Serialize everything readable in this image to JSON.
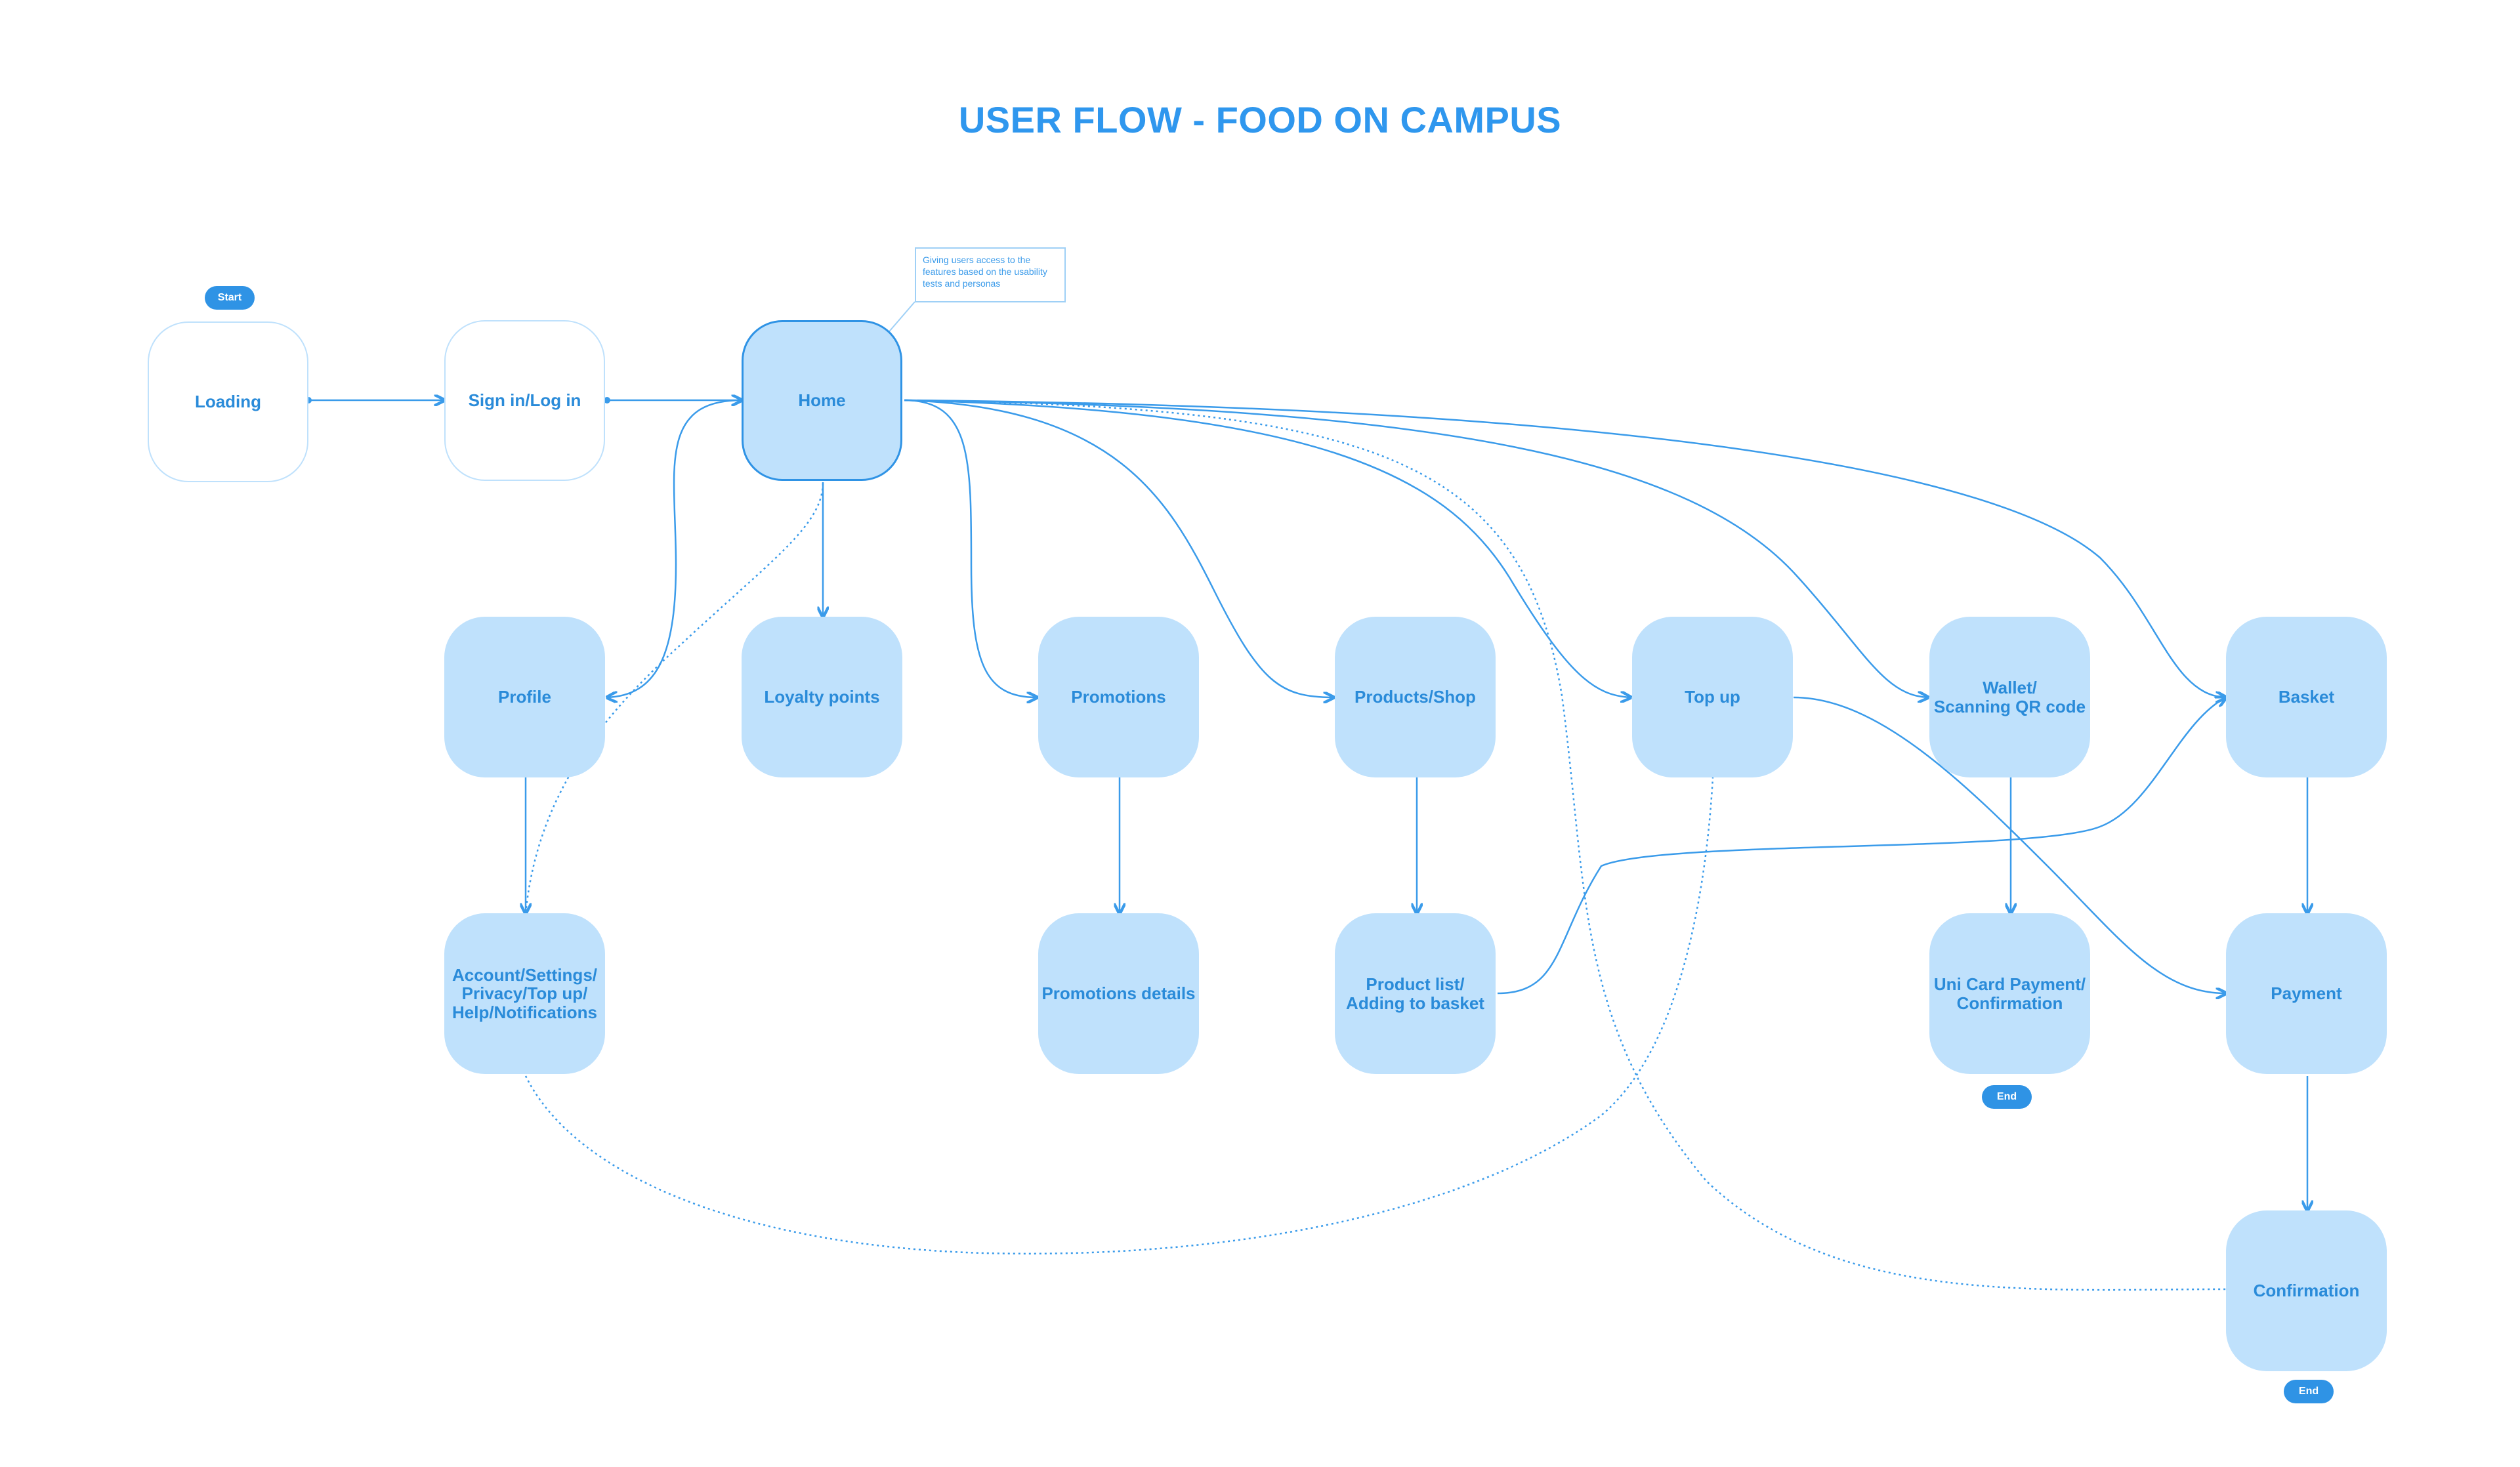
{
  "title": "USER FLOW - FOOD ON CAMPUS",
  "colors": {
    "accent": "#2F97EE",
    "node_fill": "#BFE1FC",
    "line": "#3A9BEA"
  },
  "note": "Giving users access to the features based on the usability tests and personas",
  "terminals": {
    "start": "Start",
    "end": "End"
  },
  "nodes": {
    "loading": "Loading",
    "signin": "Sign in/Log in",
    "home": "Home",
    "profile": "Profile",
    "loyalty": "Loyalty points",
    "promotions": "Promotions",
    "products": "Products/Shop",
    "topup": "Top up",
    "wallet": "Wallet/\nScanning QR code",
    "basket": "Basket",
    "account": "Account/Settings/\nPrivacy/Top up/\nHelp/Notifications",
    "promo_details": "Promotions details",
    "product_list": "Product list/\nAdding to basket",
    "unicard": "Uni Card Payment/\nConfirmation",
    "payment": "Payment",
    "confirmation": "Confirmation"
  }
}
